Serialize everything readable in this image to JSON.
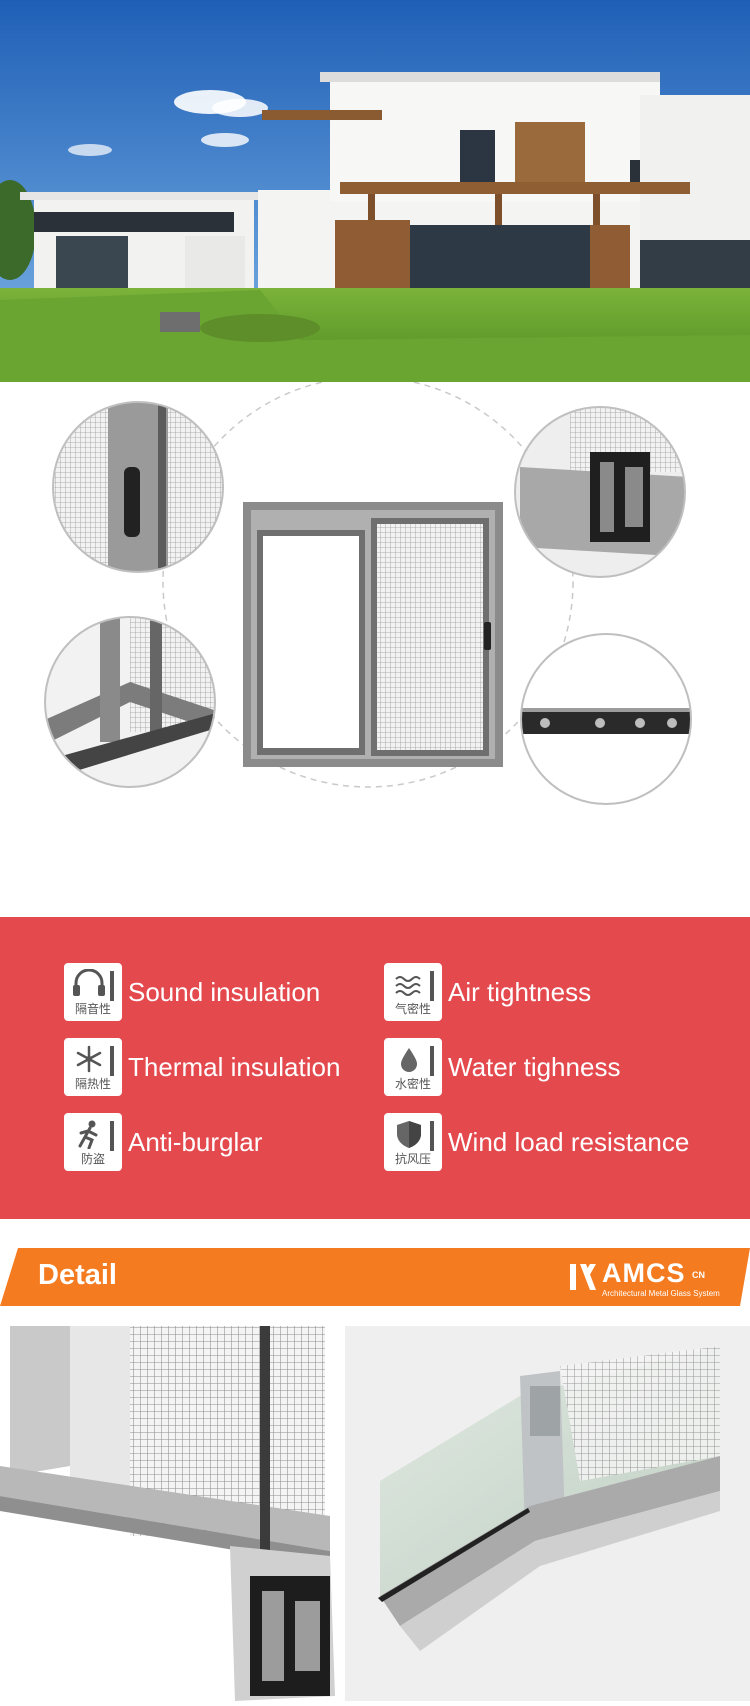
{
  "features": {
    "items": [
      {
        "label": "Sound insulation",
        "cn": "隔音性",
        "icon": "headphones-icon"
      },
      {
        "label": "Air tightness",
        "cn": "气密性",
        "icon": "waves-icon"
      },
      {
        "label": "Thermal insulation",
        "cn": "隔热性",
        "icon": "snowflake-icon"
      },
      {
        "label": "Water tighness",
        "cn": "水密性",
        "icon": "droplet-icon"
      },
      {
        "label": "Anti-burglar",
        "cn": "防盗",
        "icon": "running-man-icon"
      },
      {
        "label": "Wind load resistance",
        "cn": "抗风压",
        "icon": "shield-icon"
      }
    ]
  },
  "detail": {
    "title": "Detail",
    "logo_word": "AMCS",
    "logo_cn": "CN",
    "logo_sub": "Architectural Metal Glass System"
  },
  "colors": {
    "feature_bg": "#e4494e",
    "detail_band": "#f47b20"
  }
}
